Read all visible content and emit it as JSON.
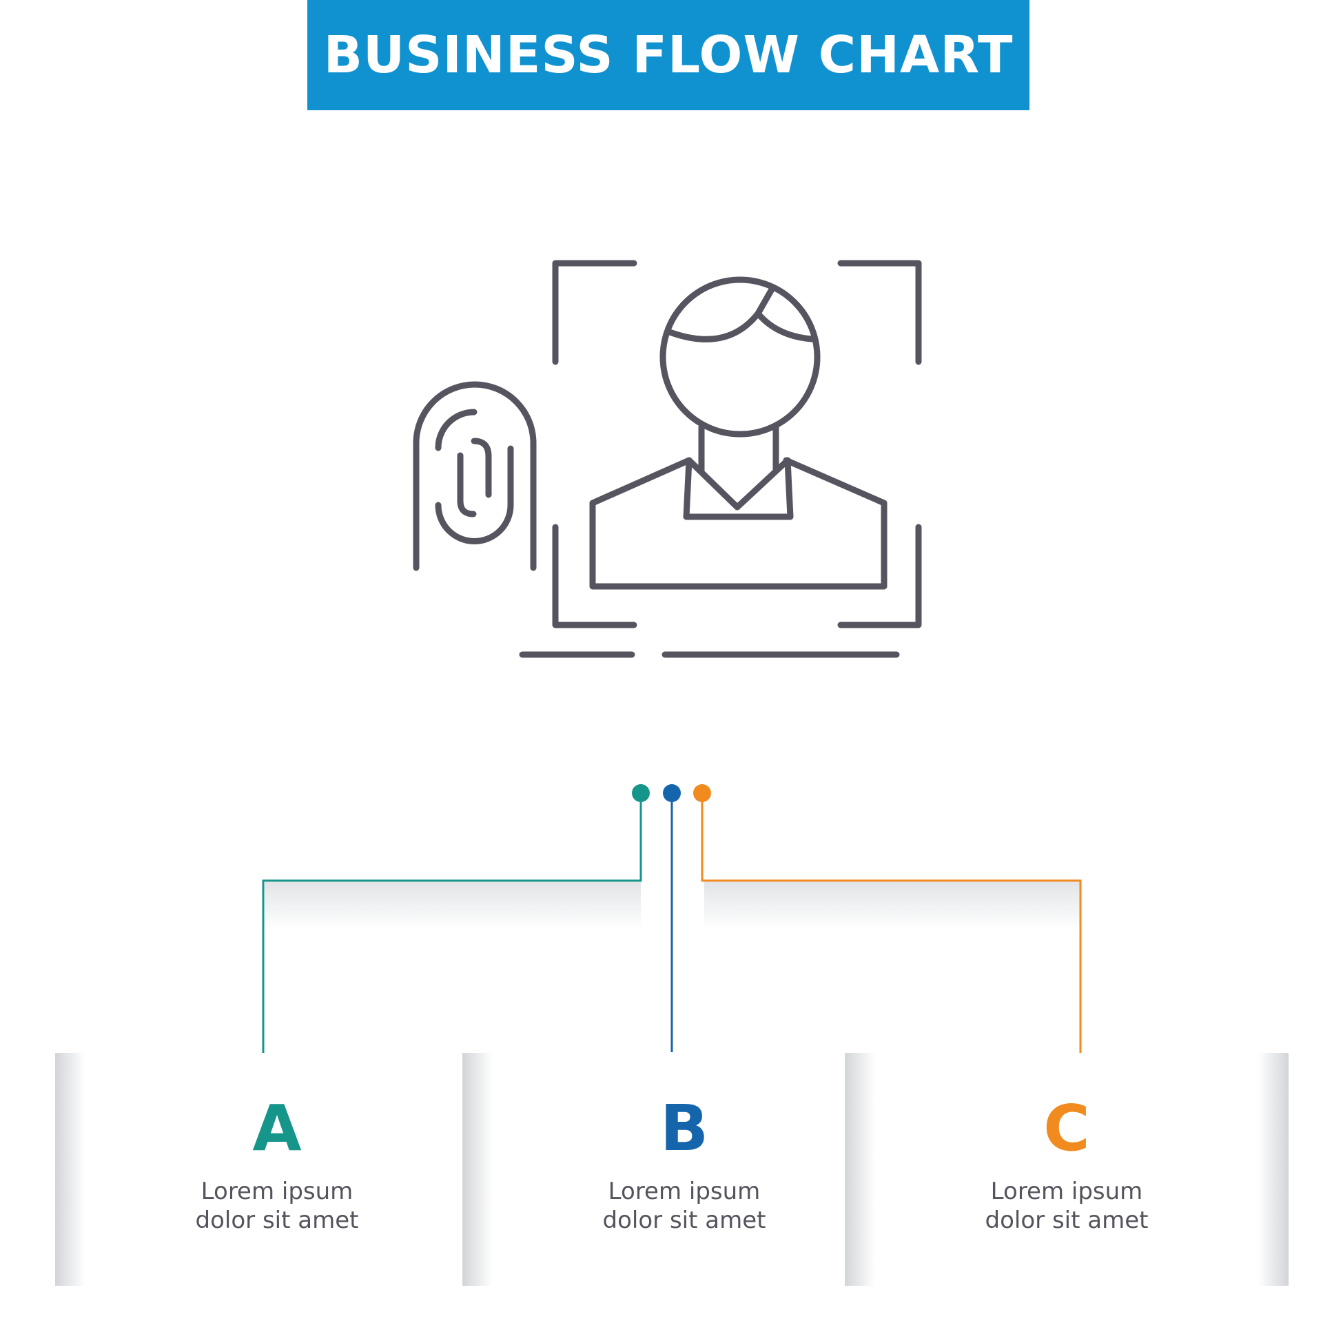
{
  "title": "BUSINESS FLOW CHART",
  "colors": {
    "banner": "#1092d0",
    "icon_stroke": "#56545f",
    "a": "#16958a",
    "b": "#1565ad",
    "c": "#f18a1f",
    "body_text": "#55535d"
  },
  "icon": {
    "name": "biometric-user-fingerprint-scan-icon"
  },
  "steps": [
    {
      "letter": "A",
      "line1": "Lorem ipsum",
      "line2": "dolor sit amet"
    },
    {
      "letter": "B",
      "line1": "Lorem ipsum",
      "line2": "dolor sit amet"
    },
    {
      "letter": "C",
      "line1": "Lorem ipsum",
      "line2": "dolor sit amet"
    }
  ]
}
